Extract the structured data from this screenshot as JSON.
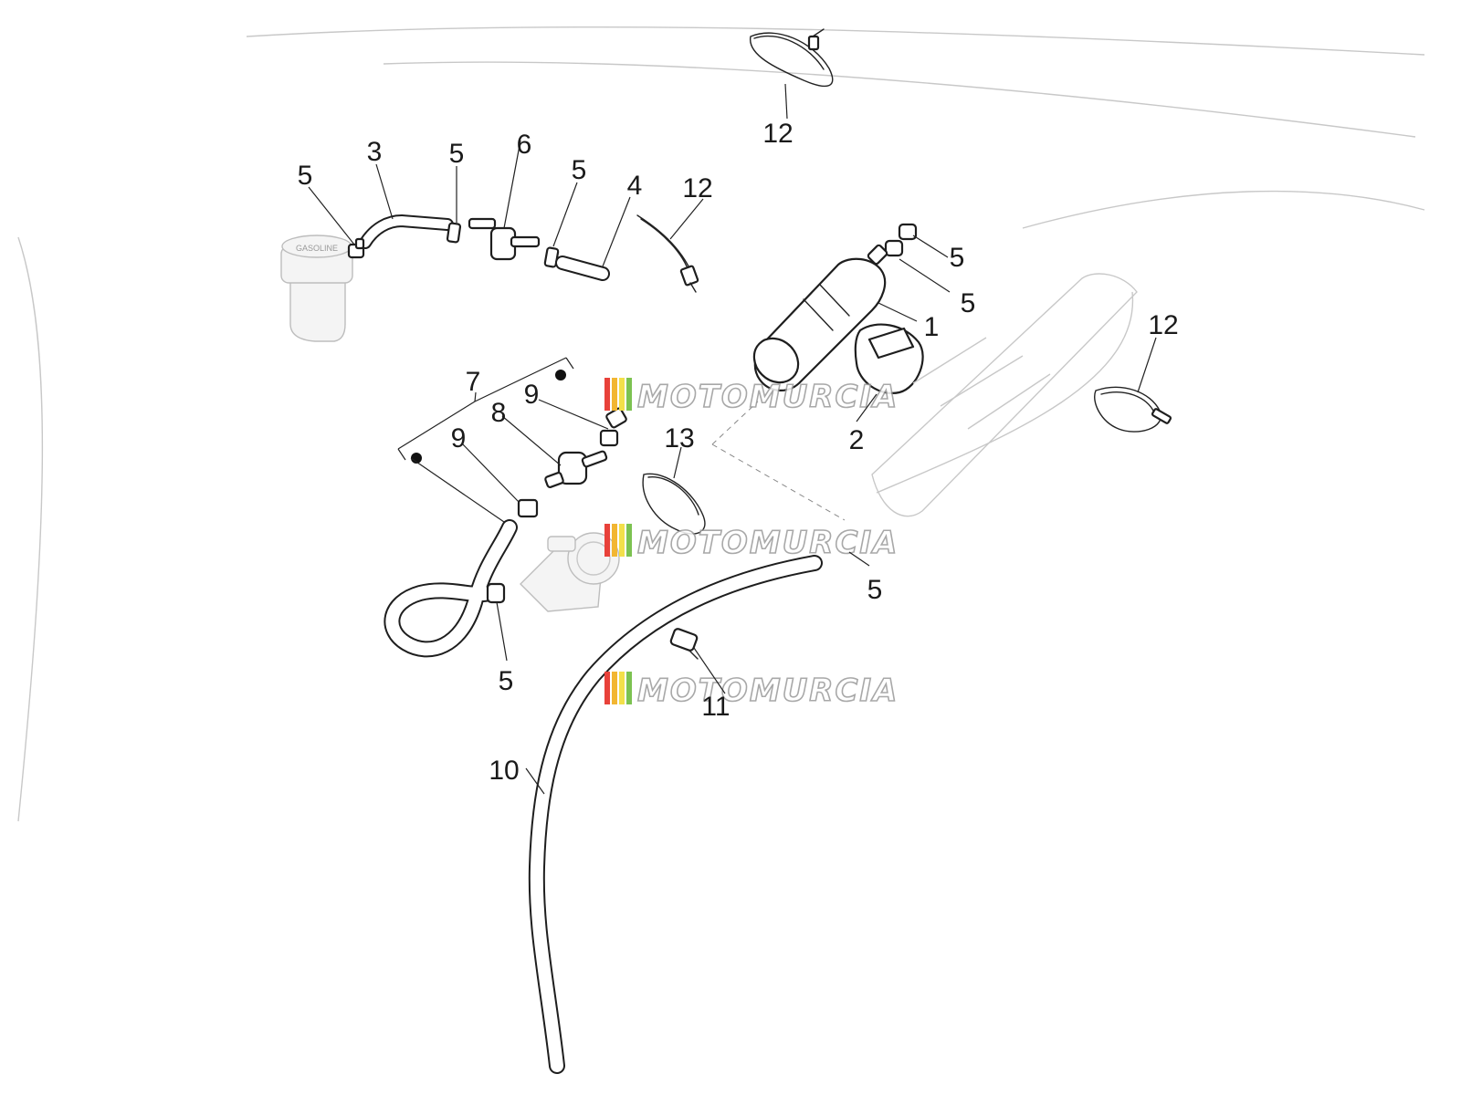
{
  "callouts": {
    "c1": "1",
    "c2": "2",
    "c3": "3",
    "c4": "4",
    "c5a": "5",
    "c5b": "5",
    "c5c": "5",
    "c5d": "5",
    "c5e": "5",
    "c5f": "5",
    "c5g": "5",
    "c6": "6",
    "c7": "7",
    "c8": "8",
    "c9a": "9",
    "c9b": "9",
    "c10": "10",
    "c11": "11",
    "c12a": "12",
    "c12b": "12",
    "c12c": "12",
    "c13": "13"
  },
  "tank_cap_text": "GASOLINE",
  "watermark": {
    "text": "MOTOMURCIA",
    "stripe_colors": [
      "#e8413a",
      "#f2b632",
      "#f3e04a",
      "#7cc251"
    ]
  }
}
